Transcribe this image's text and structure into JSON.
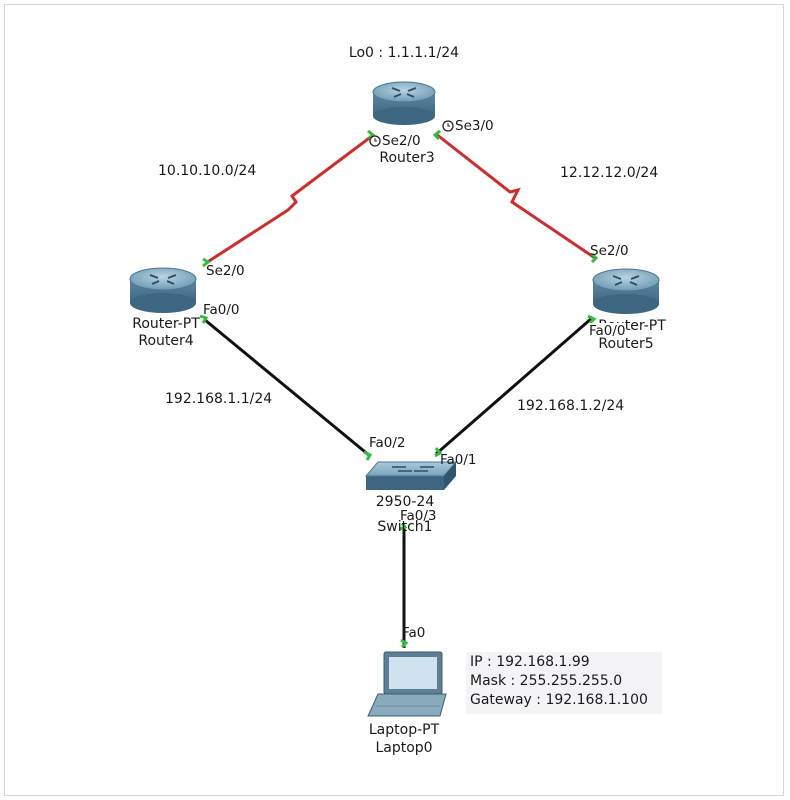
{
  "routers": {
    "router3": {
      "line1": "Router3",
      "loopback": "Lo0 : 1.1.1.1/24"
    },
    "router4": {
      "line1": "Router-PT",
      "line2": "Router4"
    },
    "router5": {
      "line1": "Router-PT",
      "line2": "Router5"
    }
  },
  "switch": {
    "line1": "2950-24",
    "line2": "Switch1"
  },
  "laptop": {
    "line1": "Laptop-PT",
    "line2": "Laptop0"
  },
  "ports": {
    "r3_se20": "Se2/0",
    "r3_se30": "Se3/0",
    "r4_se20": "Se2/0",
    "r4_fa00": "Fa0/0",
    "r5_se20": "Se2/0",
    "r5_fa00": "Fa0/0",
    "sw_fa02": "Fa0/2",
    "sw_fa01": "Fa0/1",
    "sw_fa03": "Fa0/3",
    "laptop_fa0": "Fa0"
  },
  "networks": {
    "net_r3_r4": "10.10.10.0/24",
    "net_r3_r5": "12.12.12.0/24",
    "r4_lan_ip": "192.168.1.1/24",
    "r5_lan_ip": "192.168.1.2/24"
  },
  "laptop_note": {
    "ip": "IP : 192.168.1.99",
    "mask": "Mask : 255.255.255.0",
    "gateway": "Gateway : 192.168.1.100"
  },
  "colors": {
    "serial_link": "#d22b2b",
    "ethernet_link": "#111111",
    "port_up": "#2fbf3a",
    "device_body": "#6f9bb4"
  }
}
